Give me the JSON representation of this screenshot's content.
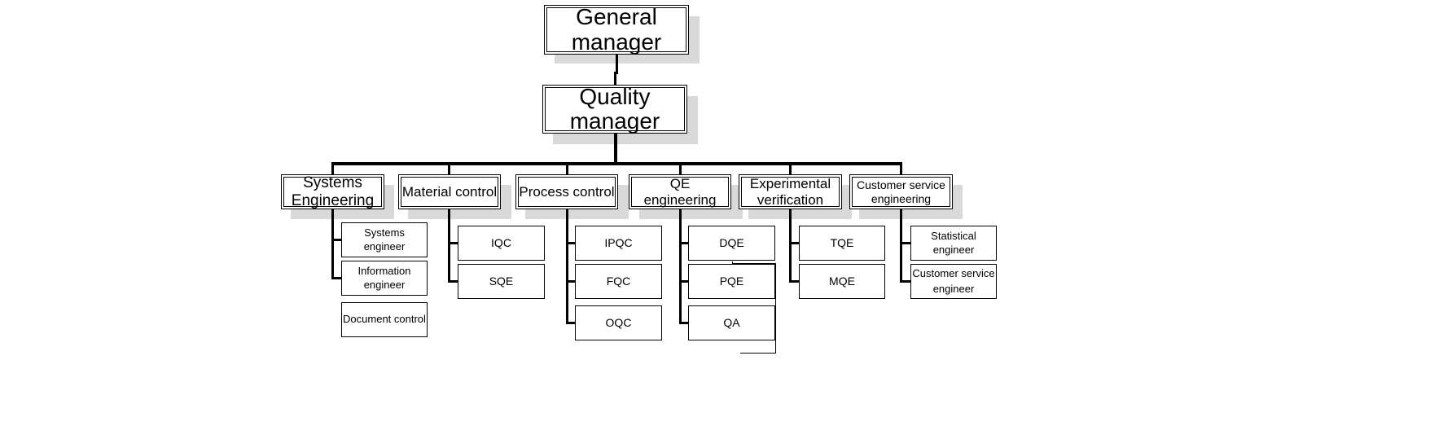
{
  "top": {
    "general_manager": "General\nmanager",
    "quality_manager": "Quality\nmanager"
  },
  "departments": [
    {
      "key": "systems",
      "label": "Systems\nEngineering",
      "subs": [
        "Systems engineer",
        "Information\nengineer",
        "Document control"
      ]
    },
    {
      "key": "material",
      "label": "Material control",
      "subs": [
        "IQC",
        "SQE"
      ]
    },
    {
      "key": "process",
      "label": "Process control",
      "subs": [
        "IPQC",
        "FQC",
        "OQC"
      ]
    },
    {
      "key": "qe",
      "label": "QE engineering",
      "subs": [
        "DQE",
        "PQE",
        "QA"
      ]
    },
    {
      "key": "experimental",
      "label": "Experimental\nverification",
      "subs": [
        "TQE",
        "MQE"
      ]
    },
    {
      "key": "customer",
      "label": "Customer service\nengineering",
      "subs": [
        "Statistical\nengineer",
        "Customer service\nengineer"
      ]
    }
  ],
  "colors": {
    "line": "#000000",
    "shadow": "#d9d9d9",
    "box": "#ffffff"
  }
}
